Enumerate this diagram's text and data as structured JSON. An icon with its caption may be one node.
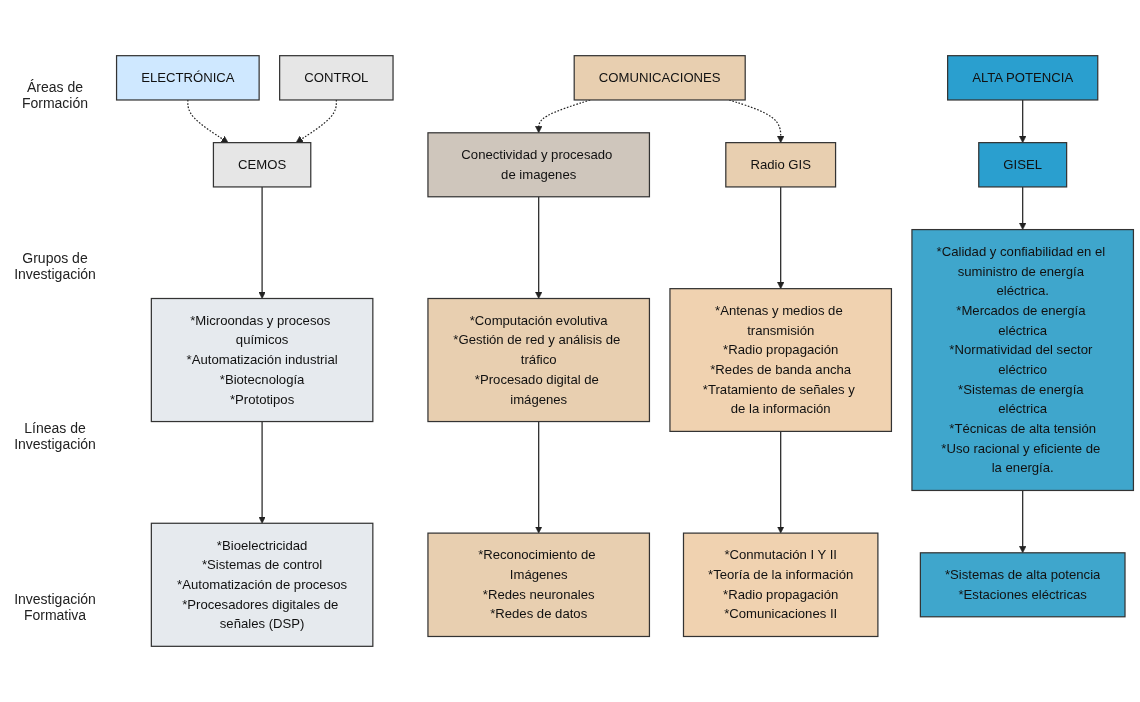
{
  "diagram": {
    "nodes": [
      {
        "text": [
          "ELECTRÓNICA"
        ]
      },
      {
        "text": [
          "CONTROL"
        ]
      },
      {
        "text": [
          "COMUNICACIONES"
        ]
      },
      {
        "text": [
          "ALTA POTENCIA"
        ]
      },
      {
        "text": [
          "CEMOS"
        ]
      },
      {
        "text": [
          "Conectividad y procesado de imagenes"
        ]
      },
      {
        "text": [
          "Radio GIS"
        ]
      },
      {
        "text": [
          "GISEL"
        ]
      },
      {
        "text": [
          "*Microondas y procesos químicos",
          "*Automatización industrial",
          "*Biotecnología",
          "*Prototipos"
        ]
      },
      {
        "text": [
          "*Computación evolutiva",
          "*Gestión de red y análisis de tráfico",
          "*Procesado digital de imágenes"
        ]
      },
      {
        "text": [
          "*Antenas y medios de transmisión",
          "*Radio propagación",
          "*Redes de banda ancha",
          "*Tratamiento de señales y de la información"
        ]
      },
      {
        "text": [
          "*Calidad y confiabilidad en el suministro de energía eléctrica.",
          "*Mercados de energía eléctrica",
          "*Normatividad del sector eléctrico",
          "*Sistemas de energía eléctrica",
          "*Técnicas de alta tensión",
          "*Uso racional y eficiente de la energía."
        ]
      },
      {
        "text": [
          "*Bioelectricidad",
          "*Sistemas de control",
          "*Automatización de procesos",
          "*Procesadores digitales de señales (DSP)"
        ]
      },
      {
        "text": [
          "*Reconocimiento de Imágenes",
          "*Redes neuronales",
          "*Redes de datos"
        ]
      },
      {
        "text": [
          "*Conmutación I Y II",
          "*Teoría de la información",
          "*Radio propagación",
          "*Comunicaciones II"
        ]
      },
      {
        "text": [
          "*Sistemas de alta potencia",
          "*Estaciones eléctricas"
        ]
      }
    ],
    "edges": [
      {
        "from": 0,
        "to": 4,
        "arrow": "to",
        "style": "dashed"
      },
      {
        "from": 1,
        "to": 4,
        "arrow": "to",
        "style": "dashed"
      },
      {
        "from": 2,
        "to": 5,
        "arrow": "to",
        "style": "dashed"
      },
      {
        "from": 2,
        "to": 6,
        "arrow": "to",
        "style": "dashed"
      },
      {
        "from": 3,
        "to": 7,
        "arrow": "to"
      },
      {
        "from": 4,
        "to": 8,
        "arrow": "to"
      },
      {
        "from": 5,
        "to": 9,
        "arrow": "to"
      },
      {
        "from": 6,
        "to": 10,
        "arrow": "to"
      },
      {
        "from": 7,
        "to": 11,
        "arrow": "to"
      },
      {
        "from": 8,
        "to": 12,
        "arrow": "to"
      },
      {
        "from": 9,
        "to": 13,
        "arrow": "to"
      },
      {
        "from": 10,
        "to": 14,
        "arrow": "to"
      },
      {
        "from": 11,
        "to": 15,
        "arrow": "to"
      }
    ],
    "labels": [
      "Áreas de Formación",
      "Grupos de Investigación",
      "Líneas de Investigación",
      "Investigación Formativa"
    ]
  }
}
